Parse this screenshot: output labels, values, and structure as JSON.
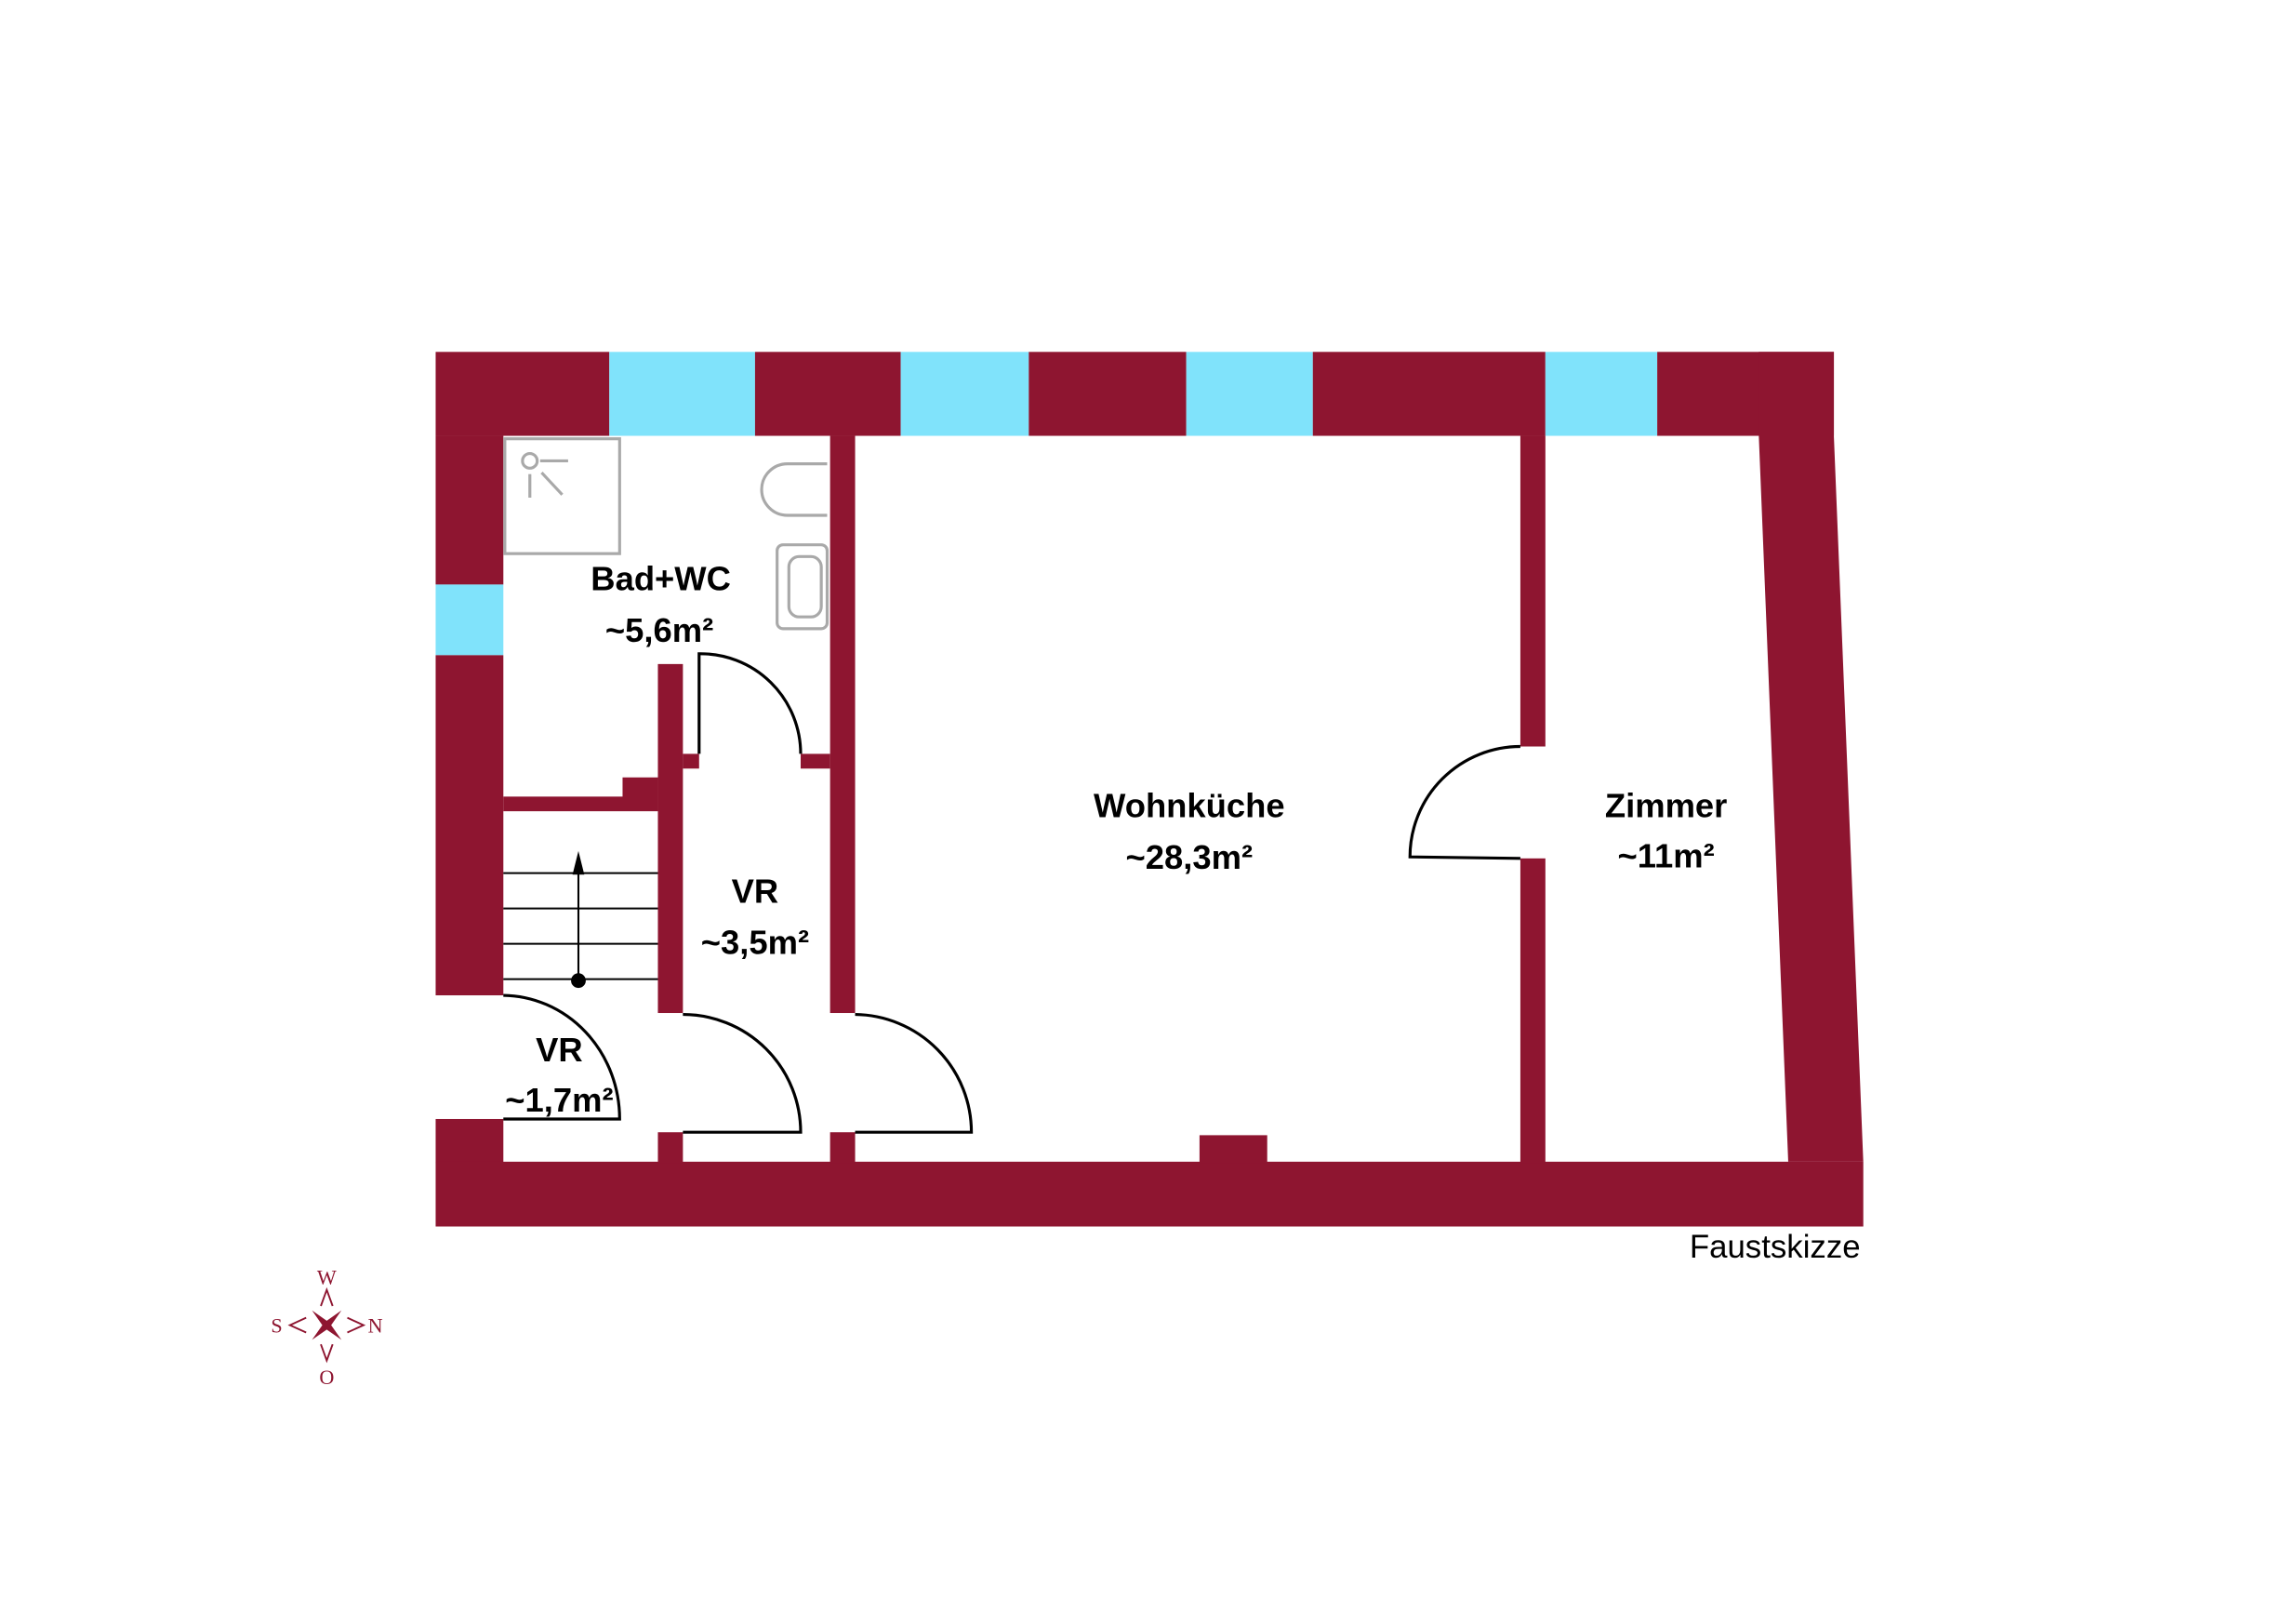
{
  "colors": {
    "wall": "#8e1530",
    "window": "#80e3fb",
    "fixture": "#a9a9a9",
    "line": "#000000",
    "background": "#ffffff"
  },
  "rooms": [
    {
      "name": "Bad+WC",
      "area": "~5,6m²"
    },
    {
      "name": "VR",
      "area": "~3,5m²"
    },
    {
      "name": "VR",
      "area": "~1,7m²"
    },
    {
      "name": "Wohnküche",
      "area": "~28,3m²"
    },
    {
      "name": "Zimmer",
      "area": "~11m²"
    }
  ],
  "note": "Faustskizze",
  "compass": {
    "top": "W",
    "left": "S",
    "right": "N",
    "bottom": "O"
  }
}
